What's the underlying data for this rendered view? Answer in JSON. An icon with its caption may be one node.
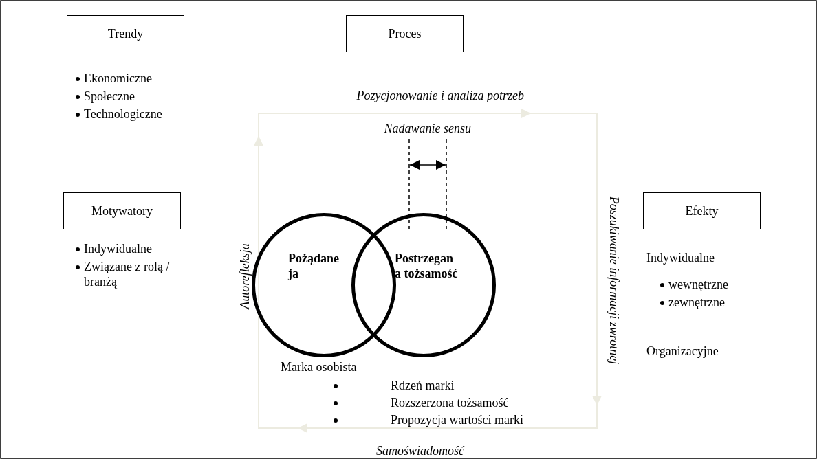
{
  "diagram": {
    "nodes": [
      {
        "text": [
          "Trendy"
        ]
      },
      {
        "text": [
          "Proces"
        ]
      },
      {
        "text": [
          "Motywatory"
        ]
      },
      {
        "text": [
          "Efekty"
        ]
      },
      {
        "text": [
          "Pożądane ja"
        ]
      },
      {
        "text": [
          "Postrzegan a tożsamość"
        ]
      }
    ],
    "labels": [
      "Ekonomiczne",
      "Społeczne",
      "Technologiczne",
      "Pozycjonowanie i analiza potrzeb",
      "Nadawanie sensu",
      "Autorefleksja",
      "Indywidualne",
      "Związane z rolą / branżą",
      "Poszukiwanie informacji zwrotnej",
      "Indywidualne",
      "wewnętrzne",
      "zewnętrzne",
      "Organizacyjne",
      "Marka osobista",
      "Rdzeń marki",
      "Rozszerzona tożsamość",
      "Propozycja wartości marki",
      "Samoświadomość"
    ]
  }
}
